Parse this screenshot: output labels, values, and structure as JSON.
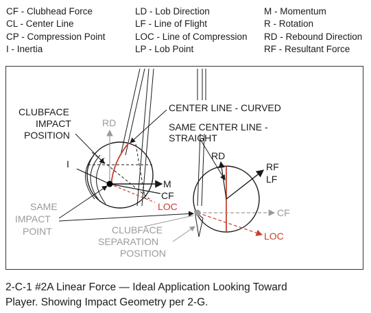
{
  "legend": {
    "col1": [
      "CF - Clubhead Force",
      "CL - Center Line",
      "CP - Compression Point",
      "I - Inertia"
    ],
    "col2": [
      "LD - Lob Direction",
      "LF - Line of Flight",
      "LOC - Line of Compression",
      "LP - Lob Point"
    ],
    "col3": [
      "M - Momentum",
      "R - Rotation",
      "RD - Rebound Direction",
      "RF - Resultant Force"
    ]
  },
  "labels": {
    "clubface_impact_1": "CLUBFACE",
    "clubface_impact_2": "IMPACT",
    "clubface_impact_3": "POSITION",
    "center_line_curved": "CENTER LINE - CURVED",
    "same_center_1": "SAME CENTER LINE -",
    "same_center_2": "STRAIGHT",
    "rd_left": "RD",
    "rd_right": "RD",
    "i": "I",
    "m": "M",
    "cf_left": "CF",
    "loc_left": "LOC",
    "rf": "RF",
    "lf": "LF",
    "cf_right": "CF",
    "loc_right": "LOC",
    "same_impact_1": "SAME",
    "same_impact_2": "IMPACT",
    "same_impact_3": "POINT",
    "separation_1": "CLUBFACE",
    "separation_2": "SEPARATION",
    "separation_3": "POSITION"
  },
  "caption": {
    "line1": "2-C-1 #2A Linear Force —  Ideal Application Looking Toward",
    "line2": "Player. Showing Impact Geometry per 2-G."
  },
  "colors": {
    "red": "#c8412d",
    "gray": "#9a9a9a",
    "dark": "#1a1a1a"
  }
}
